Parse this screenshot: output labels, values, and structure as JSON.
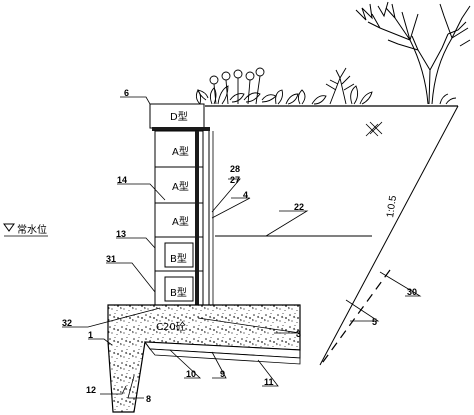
{
  "blocks": {
    "d_type": "D型",
    "a_type_1": "A型",
    "a_type_2": "A型",
    "a_type_3": "A型",
    "b_type_1": "B型",
    "b_type_2": "B型"
  },
  "foundation_label": "C20砼",
  "water_level_label": "常水位",
  "slope_label": "1:0.5",
  "callouts": {
    "c1": "1",
    "c3": "3",
    "c4": "4",
    "c5": "5",
    "c6": "6",
    "c8": "8",
    "c9": "9",
    "c10": "10",
    "c11": "11",
    "c12": "12",
    "c13": "13",
    "c14": "14",
    "c22": "22",
    "c27": "27",
    "c28": "28",
    "c30": "30",
    "c31": "31",
    "c32": "32"
  }
}
